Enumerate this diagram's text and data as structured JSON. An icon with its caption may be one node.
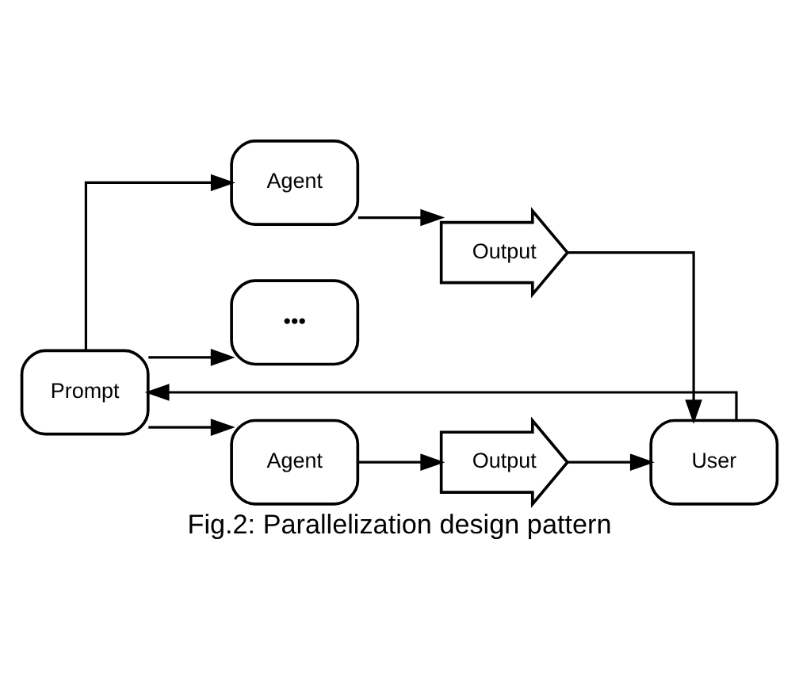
{
  "diagram": {
    "caption": "Fig.2: Parallelization design pattern",
    "nodes": [
      {
        "text": [
          "Prompt"
        ]
      },
      {
        "text": [
          "Agent"
        ]
      },
      {
        "text": [
          "•••"
        ]
      },
      {
        "text": [
          "Output"
        ]
      },
      {
        "text": [
          "Agent"
        ]
      },
      {
        "text": [
          "Output"
        ]
      },
      {
        "text": [
          "User"
        ]
      }
    ],
    "edges": [
      {
        "from": 6,
        "to": 0,
        "arrow": "to"
      },
      {
        "from": 0,
        "to": 1,
        "arrow": "to"
      },
      {
        "from": 0,
        "to": 2,
        "arrow": "to"
      },
      {
        "from": 0,
        "to": 4,
        "arrow": "to"
      },
      {
        "from": 1,
        "to": 3,
        "arrow": "to"
      },
      {
        "from": 4,
        "to": 5,
        "arrow": "to"
      },
      {
        "from": 5,
        "to": 6,
        "arrow": "to"
      },
      {
        "from": 3,
        "to": 6,
        "arrow": "to"
      }
    ]
  }
}
